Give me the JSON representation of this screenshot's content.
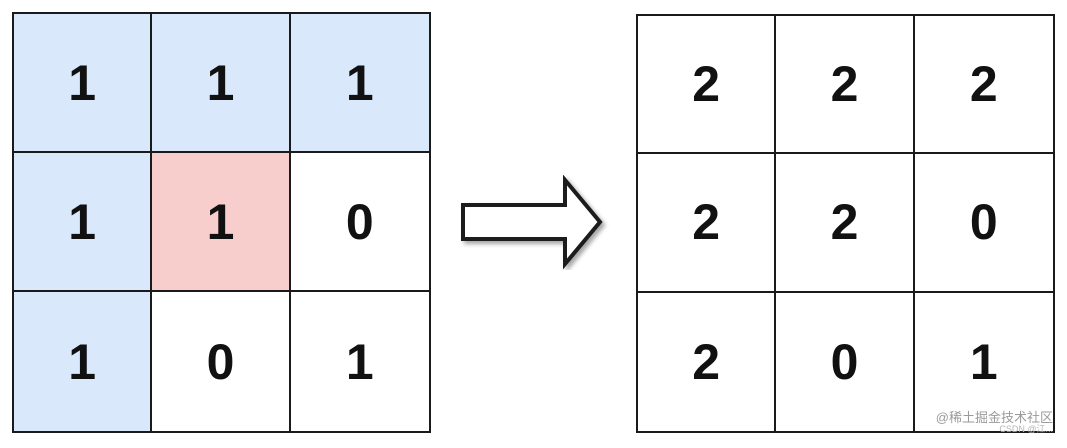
{
  "colors": {
    "highlight_blue": "#dae8fc",
    "highlight_red": "#f8cecc",
    "white": "#ffffff",
    "border": "#1a1a1a"
  },
  "left_grid": {
    "cells": [
      [
        {
          "value": "1",
          "fill": "highlight_blue"
        },
        {
          "value": "1",
          "fill": "highlight_blue"
        },
        {
          "value": "1",
          "fill": "highlight_blue"
        }
      ],
      [
        {
          "value": "1",
          "fill": "highlight_blue"
        },
        {
          "value": "1",
          "fill": "highlight_red"
        },
        {
          "value": "0",
          "fill": "white"
        }
      ],
      [
        {
          "value": "1",
          "fill": "highlight_blue"
        },
        {
          "value": "0",
          "fill": "white"
        },
        {
          "value": "1",
          "fill": "white"
        }
      ]
    ]
  },
  "right_grid": {
    "cells": [
      [
        {
          "value": "2",
          "fill": "white"
        },
        {
          "value": "2",
          "fill": "white"
        },
        {
          "value": "2",
          "fill": "white"
        }
      ],
      [
        {
          "value": "2",
          "fill": "white"
        },
        {
          "value": "2",
          "fill": "white"
        },
        {
          "value": "0",
          "fill": "white"
        }
      ],
      [
        {
          "value": "2",
          "fill": "white"
        },
        {
          "value": "0",
          "fill": "white"
        },
        {
          "value": "1",
          "fill": "white"
        }
      ]
    ]
  },
  "arrow_icon": "right-arrow-icon",
  "watermark": {
    "text": "@稀土掘金技术社区",
    "subtext": "CSDN @江..."
  }
}
